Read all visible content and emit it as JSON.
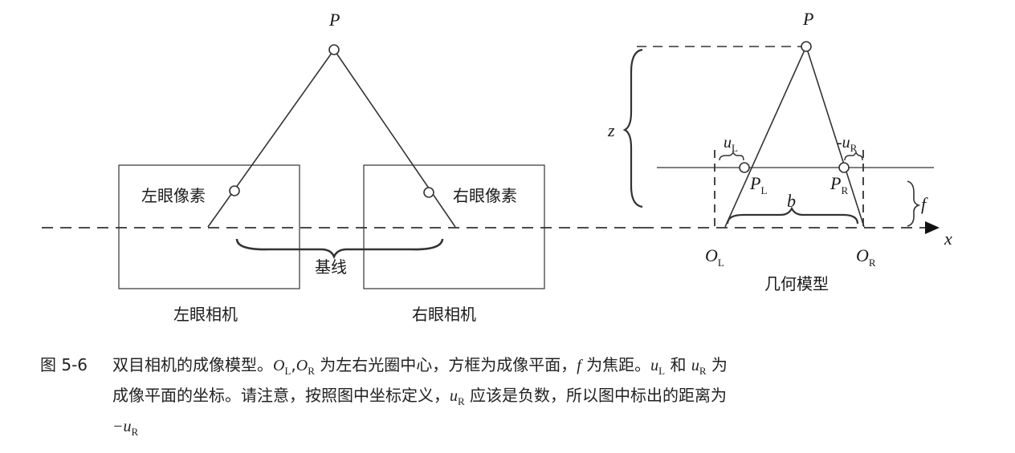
{
  "left_diagram": {
    "point_label": "P",
    "left_pixel_label": "左眼像素",
    "right_pixel_label": "右眼像素",
    "baseline_label": "基线",
    "left_camera_label": "左眼相机",
    "right_camera_label": "右眼相机"
  },
  "right_diagram": {
    "point_label": "P",
    "z_label": "z",
    "f_label": "f",
    "b_label": "b",
    "x_label": "x",
    "uL_label": "u",
    "uL_sub": "L",
    "uR_label": "-u",
    "uR_sub": "R",
    "PL_label": "P",
    "PL_sub": "L",
    "PR_label": "P",
    "PR_sub": "R",
    "OL_label": "O",
    "OL_sub": "L",
    "OR_label": "O",
    "OR_sub": "R",
    "title": "几何模型"
  },
  "caption": {
    "figure_number": "图 5-6",
    "text_line1_a": "双目相机的成像模型。",
    "text_line1_b": "为左右光圈中心，方框为成像平面，",
    "text_line1_c": "为焦距。",
    "text_line1_d": "和",
    "text_line1_e": "为",
    "text_line2": "成像平面的坐标。请注意，按照图中坐标定义，",
    "text_line2_b": "应该是负数，所以图中标出的距离为",
    "text_line3": "−u",
    "OL": "O",
    "OL_sub": "L",
    "OR": "O",
    "OR_sub": "R",
    "f": "f",
    "uL": "u",
    "uL_sub": "L",
    "uR": "u",
    "uR_sub": "R",
    "uR2": "u",
    "uR2_sub": "R",
    "minus_uR_sub": "R"
  }
}
